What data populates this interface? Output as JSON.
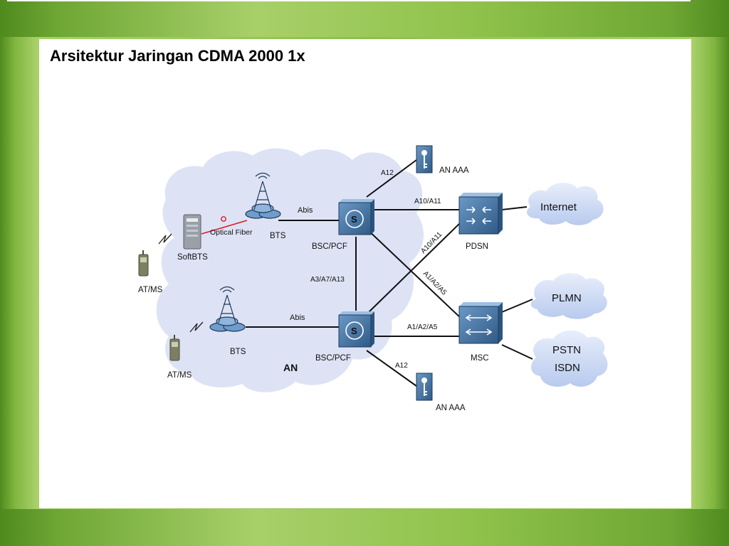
{
  "slide": {
    "title": "Arsitektur Jaringan CDMA 2000 1x"
  },
  "diagram": {
    "nodes": {
      "softbts": "SoftBTS",
      "bts_top": "BTS",
      "bts_bottom": "BTS",
      "bsc_top": "BSC/PCF",
      "bsc_bottom": "BSC/PCF",
      "pdsn": "PDSN",
      "msc": "MSC",
      "an_aaa_top": "AN AAA",
      "an_aaa_bottom": "AN AAA",
      "atms_top": "AT/MS",
      "atms_bottom": "AT/MS",
      "internet": "Internet",
      "plmn": "PLMN",
      "pstn": "PSTN",
      "isdn": "ISDN",
      "an": "AN"
    },
    "links": {
      "optical_fiber": "Optical Fiber",
      "abis_top": "Abis",
      "abis_bottom": "Abis",
      "a12_top": "A12",
      "a12_bottom": "A12",
      "a10_a11_h": "A10/A11",
      "a10_a11_diag": "A10/A11",
      "a3_a7_a13": "A3/A7/A13",
      "a1_a2_a5_diag": "A1/A2/A5",
      "a1_a2_a5_h": "A1/A2/A5"
    },
    "colors": {
      "cloud_an": "#dde3f5",
      "cloud_ext": "#c8d6f4",
      "device_blue": "#3e6e9f",
      "fiber_red": "#e0191f"
    }
  }
}
